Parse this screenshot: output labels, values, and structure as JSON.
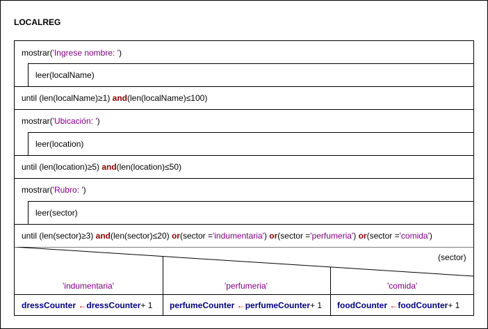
{
  "title": "LOCALREG",
  "blocks": [
    {
      "loop": {
        "body": "mostrar(",
        "str": "'Ingrese nombre: '",
        "close": ")",
        "inner": "leer(localName)"
      },
      "until": {
        "p1": "until (len(localName) ",
        "ge": "≥",
        "p2": " 1) ",
        "and": "and",
        "p3": " (len(localName) ",
        "le": "≤",
        "p4": " 100)"
      }
    },
    {
      "loop": {
        "body": "mostrar(",
        "str": "'Ubicación: '",
        "close": ")",
        "inner": "leer(location)"
      },
      "until": {
        "p1": "until (len(location) ",
        "ge": "≥",
        "p2": " 5) ",
        "and": "and",
        "p3": " (len(location) ",
        "le": "≤",
        "p4": " 50)"
      }
    },
    {
      "loop": {
        "body": "mostrar(",
        "str": "'Rubro: '",
        "close": ")",
        "inner": "leer(sector)"
      }
    }
  ],
  "until3": {
    "p1": "until (len(sector) ",
    "ge": "≥",
    "p2": " 3) ",
    "and": "and",
    "p3": " (len(sector) ",
    "le": "≤",
    "p4": " 20) ",
    "or1": "or",
    "p5": " (sector = ",
    "s1": "'indumentaria'",
    "p6": ") ",
    "or2": "or",
    "p7": " (sector = ",
    "s2": "'perfumeria'",
    "p8": ") ",
    "or3": "or",
    "p9": " (sector = ",
    "s3": "'comida'",
    "p10": ")"
  },
  "case": {
    "selector": "(sector)",
    "branches": [
      {
        "label": "'indumentaria'",
        "lhs": "dressCounter",
        "arrow": "←",
        "rhs": "dressCounter",
        "plus": " + 1"
      },
      {
        "label": "'perfumeria'",
        "lhs": "perfumeCounter",
        "arrow": "←",
        "rhs": "perfumeCounter",
        "plus": " + 1"
      },
      {
        "label": "'comida'",
        "lhs": "foodCounter",
        "arrow": "←",
        "rhs": "foodCounter",
        "plus": " + 1"
      }
    ]
  }
}
